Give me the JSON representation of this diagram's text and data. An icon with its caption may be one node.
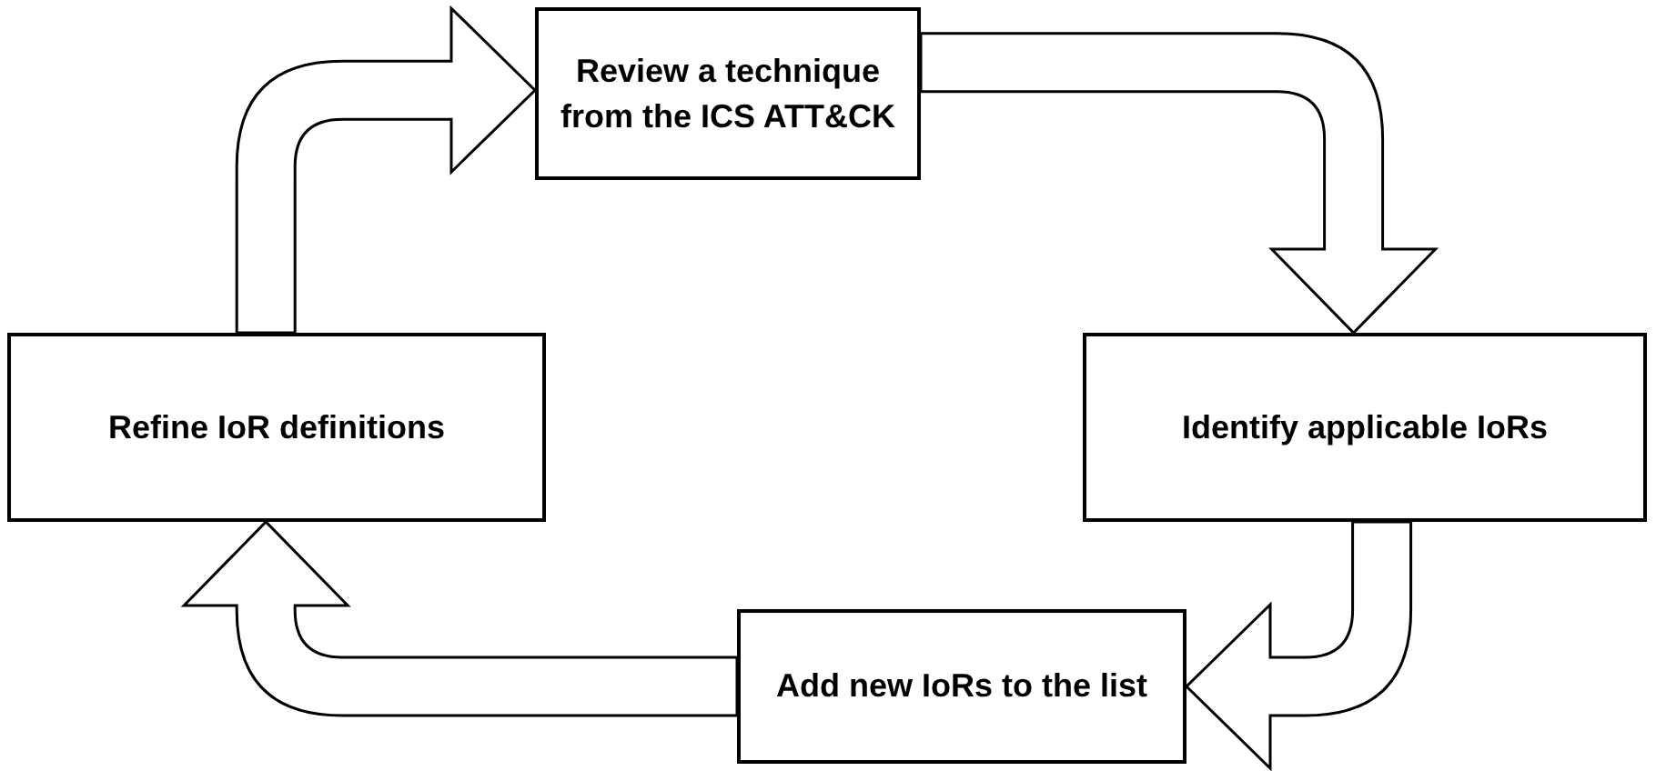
{
  "diagram": {
    "nodes": [
      {
        "text": [
          "Review a technique from the ICS ATT&CK"
        ]
      },
      {
        "text": [
          "Identify applicable IoRs"
        ]
      },
      {
        "text": [
          "Add new IoRs to the list"
        ]
      },
      {
        "text": [
          "Refine IoR definitions"
        ]
      }
    ],
    "edges": [
      {
        "from": 0,
        "to": 1,
        "arrow": "to"
      },
      {
        "from": 1,
        "to": 2,
        "arrow": "to"
      },
      {
        "from": 2,
        "to": 3,
        "arrow": "to"
      },
      {
        "from": 3,
        "to": 0,
        "arrow": "to"
      }
    ]
  }
}
